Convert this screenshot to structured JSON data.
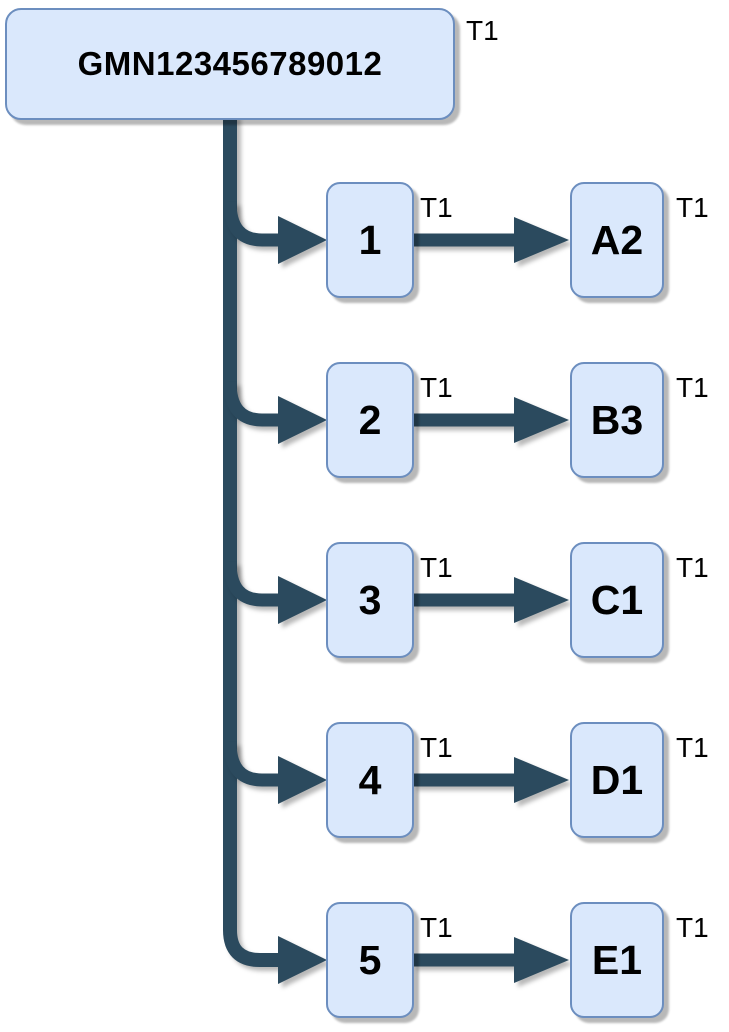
{
  "diagram": {
    "type": "hierarchy-flowchart",
    "root": {
      "label": "GMN123456789012",
      "tag": "T1"
    },
    "rows": [
      {
        "source": {
          "label": "1",
          "tag": "T1"
        },
        "target": {
          "label": "A2",
          "tag": "T1"
        }
      },
      {
        "source": {
          "label": "2",
          "tag": "T1"
        },
        "target": {
          "label": "B3",
          "tag": "T1"
        }
      },
      {
        "source": {
          "label": "3",
          "tag": "T1"
        },
        "target": {
          "label": "C1",
          "tag": "T1"
        }
      },
      {
        "source": {
          "label": "4",
          "tag": "T1"
        },
        "target": {
          "label": "D1",
          "tag": "T1"
        }
      },
      {
        "source": {
          "label": "5",
          "tag": "T1"
        },
        "target": {
          "label": "E1",
          "tag": "T1"
        }
      }
    ],
    "colors": {
      "node_fill": "#dae8fc",
      "node_border": "#6c8ebf",
      "connector": "#2b4a5e",
      "background": "#ffffff"
    }
  }
}
